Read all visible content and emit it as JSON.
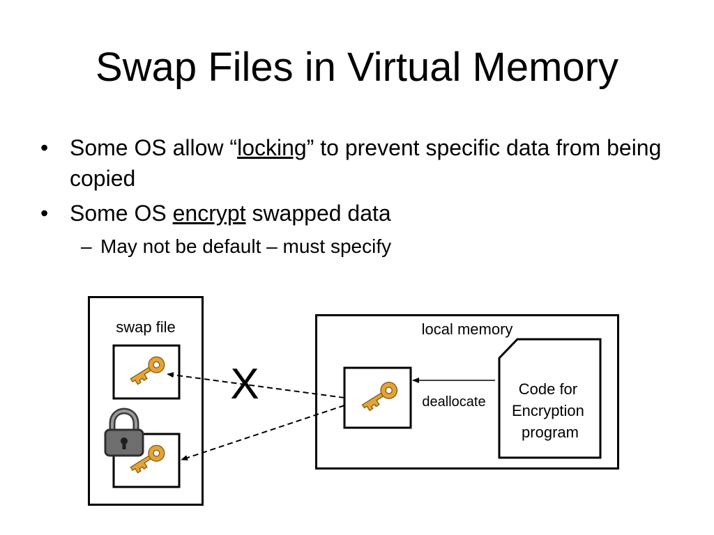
{
  "slide": {
    "title": "Swap Files in Virtual Memory",
    "bullets": [
      {
        "marker": "•",
        "parts": [
          "Some OS allow “",
          "locking",
          "” to prevent specific data from being copied"
        ]
      },
      {
        "marker": "•",
        "parts": [
          "Some OS ",
          "encrypt",
          " swapped data"
        ]
      }
    ],
    "sub_bullets": [
      {
        "marker": "–",
        "text": "May not be default – must specify"
      }
    ]
  },
  "diagram": {
    "swap_file_label": "swap file",
    "local_memory_label": "local memory",
    "deallocate_label": "deallocate",
    "blocked_mark": "X",
    "program_label_lines": [
      "Code for",
      "Encryption",
      "program"
    ],
    "key_icon": "key-icon",
    "lock_icon": "padlock-icon",
    "colors": {
      "key_fill": "#e3a437",
      "key_outline": "#8a5a12",
      "lock_body": "#6e6e6e",
      "line": "#000000"
    }
  }
}
